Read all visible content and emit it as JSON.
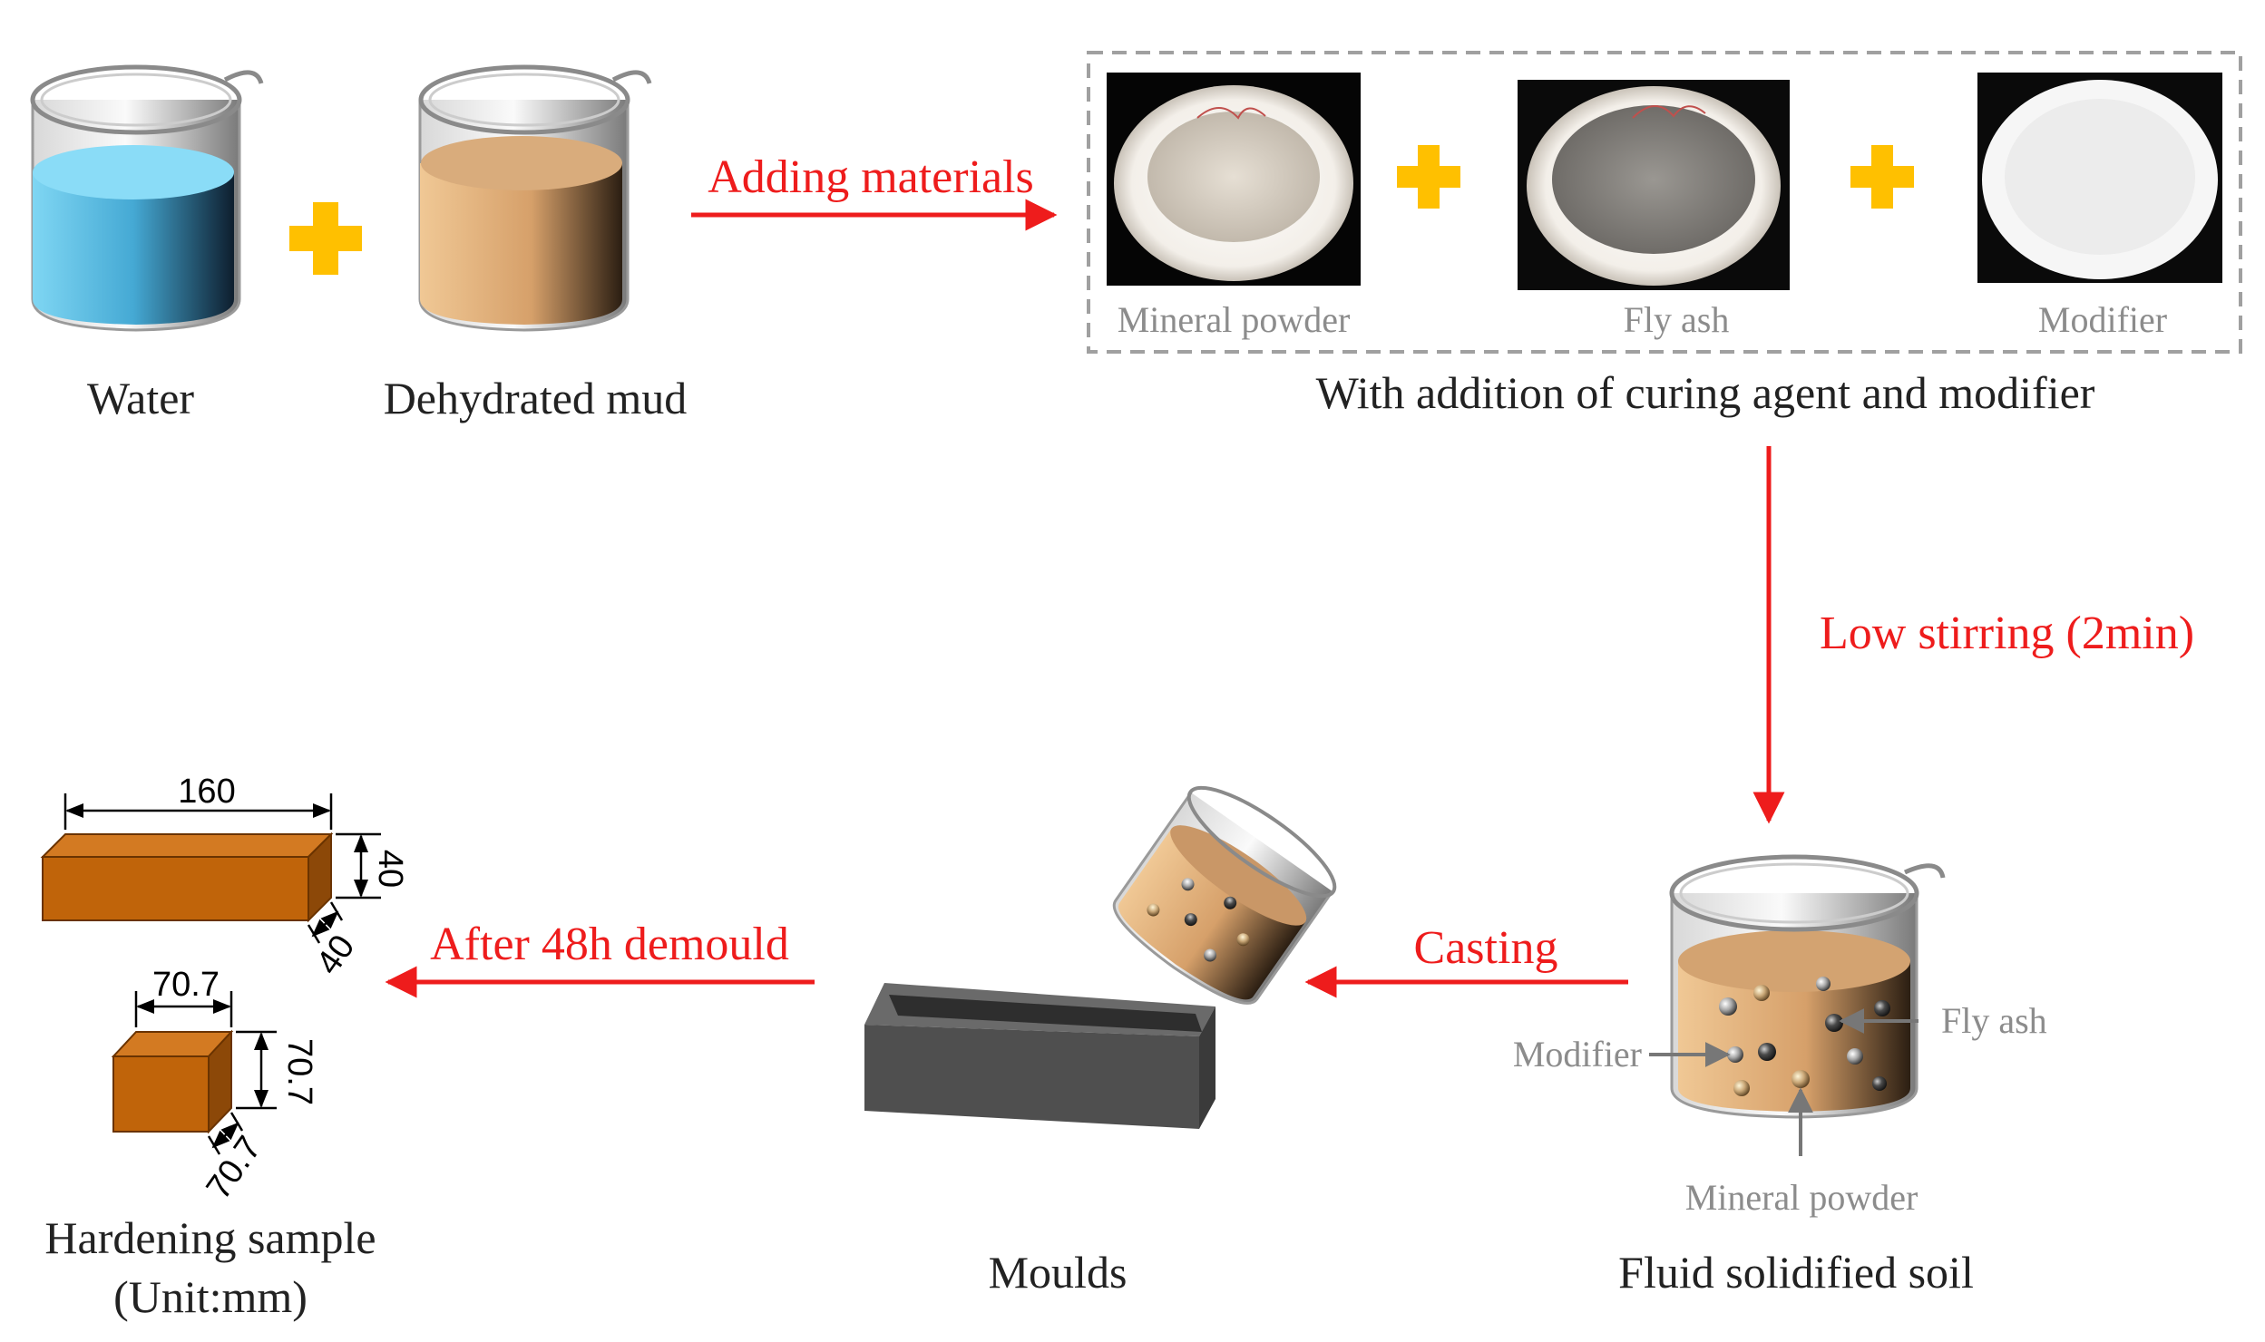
{
  "labels": {
    "water": "Water",
    "mud": "Dehydrated mud",
    "adding": "Adding materials",
    "mineral_powder": "Mineral powder",
    "fly_ash": "Fly ash",
    "modifier": "Modifier",
    "curing_caption": "With addition of curing agent and modifier",
    "stirring": "Low stirring (2min)",
    "fluid_caption": "Fluid solidified soil",
    "fluid_modifier": "Modifier",
    "fluid_fly_ash": "Fly ash",
    "fluid_mineral": "Mineral powder",
    "casting": "Casting",
    "moulds": "Moulds",
    "demould": "After 48h demould",
    "hardening": "Hardening sample",
    "unit": "(Unit:mm)",
    "dim_160": "160",
    "dim_40a": "40",
    "dim_40b": "40",
    "dim_707a": "70.7",
    "dim_707b": "70.7",
    "dim_707c": "70.7"
  },
  "colors": {
    "arrow": "#ee1c1c",
    "plus": "#ffc000",
    "water": "#5ac8ee",
    "mud": "#e6b27a",
    "sample": "#c0640a",
    "mould": "#4a4a4a",
    "caption": "#222222",
    "photo_label": "#8c8c8c"
  }
}
